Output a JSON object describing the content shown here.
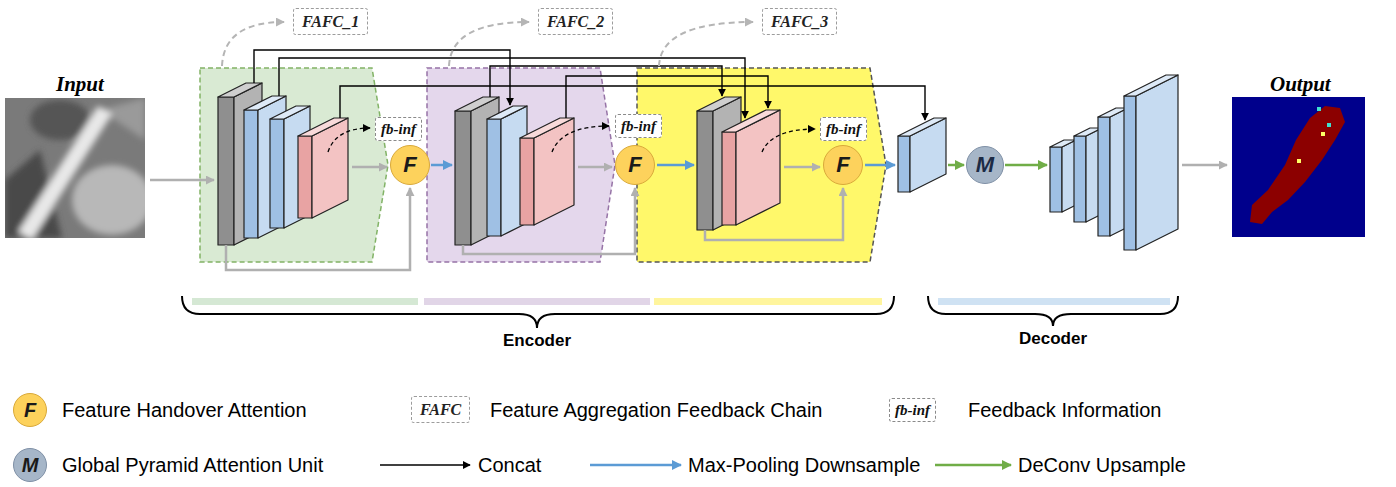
{
  "diagram": {
    "nodes": [
      {
        "text": [
          "FAFC_1"
        ]
      },
      {
        "text": [
          "FAFC_2"
        ]
      },
      {
        "text": [
          "FAFC_3"
        ]
      },
      {
        "text": [
          "fb-inf"
        ]
      },
      {
        "text": [
          "F"
        ]
      },
      {
        "text": [
          "fb-inf"
        ]
      },
      {
        "text": [
          "F"
        ]
      },
      {
        "text": [
          "fb-inf"
        ]
      },
      {
        "text": [
          "F"
        ]
      },
      {
        "text": [
          "M"
        ]
      }
    ],
    "labels": [
      "Input",
      "Output",
      "Encoder",
      "Decoder",
      "F",
      "FAFC",
      "fb-inf",
      "M"
    ],
    "legend": [
      {
        "text": "Feature Handover Attention",
        "color": "#fdd25c"
      },
      {
        "text": "Feature Aggregation Feedback Chain"
      },
      {
        "text": "Feedback Information"
      },
      {
        "text": "Global Pyramid Attention Unit",
        "color": "#a6b6c8"
      },
      {
        "text": "Concat"
      },
      {
        "text": "Max-Pooling Downsample"
      },
      {
        "text": "DeConv Upsample"
      }
    ]
  }
}
